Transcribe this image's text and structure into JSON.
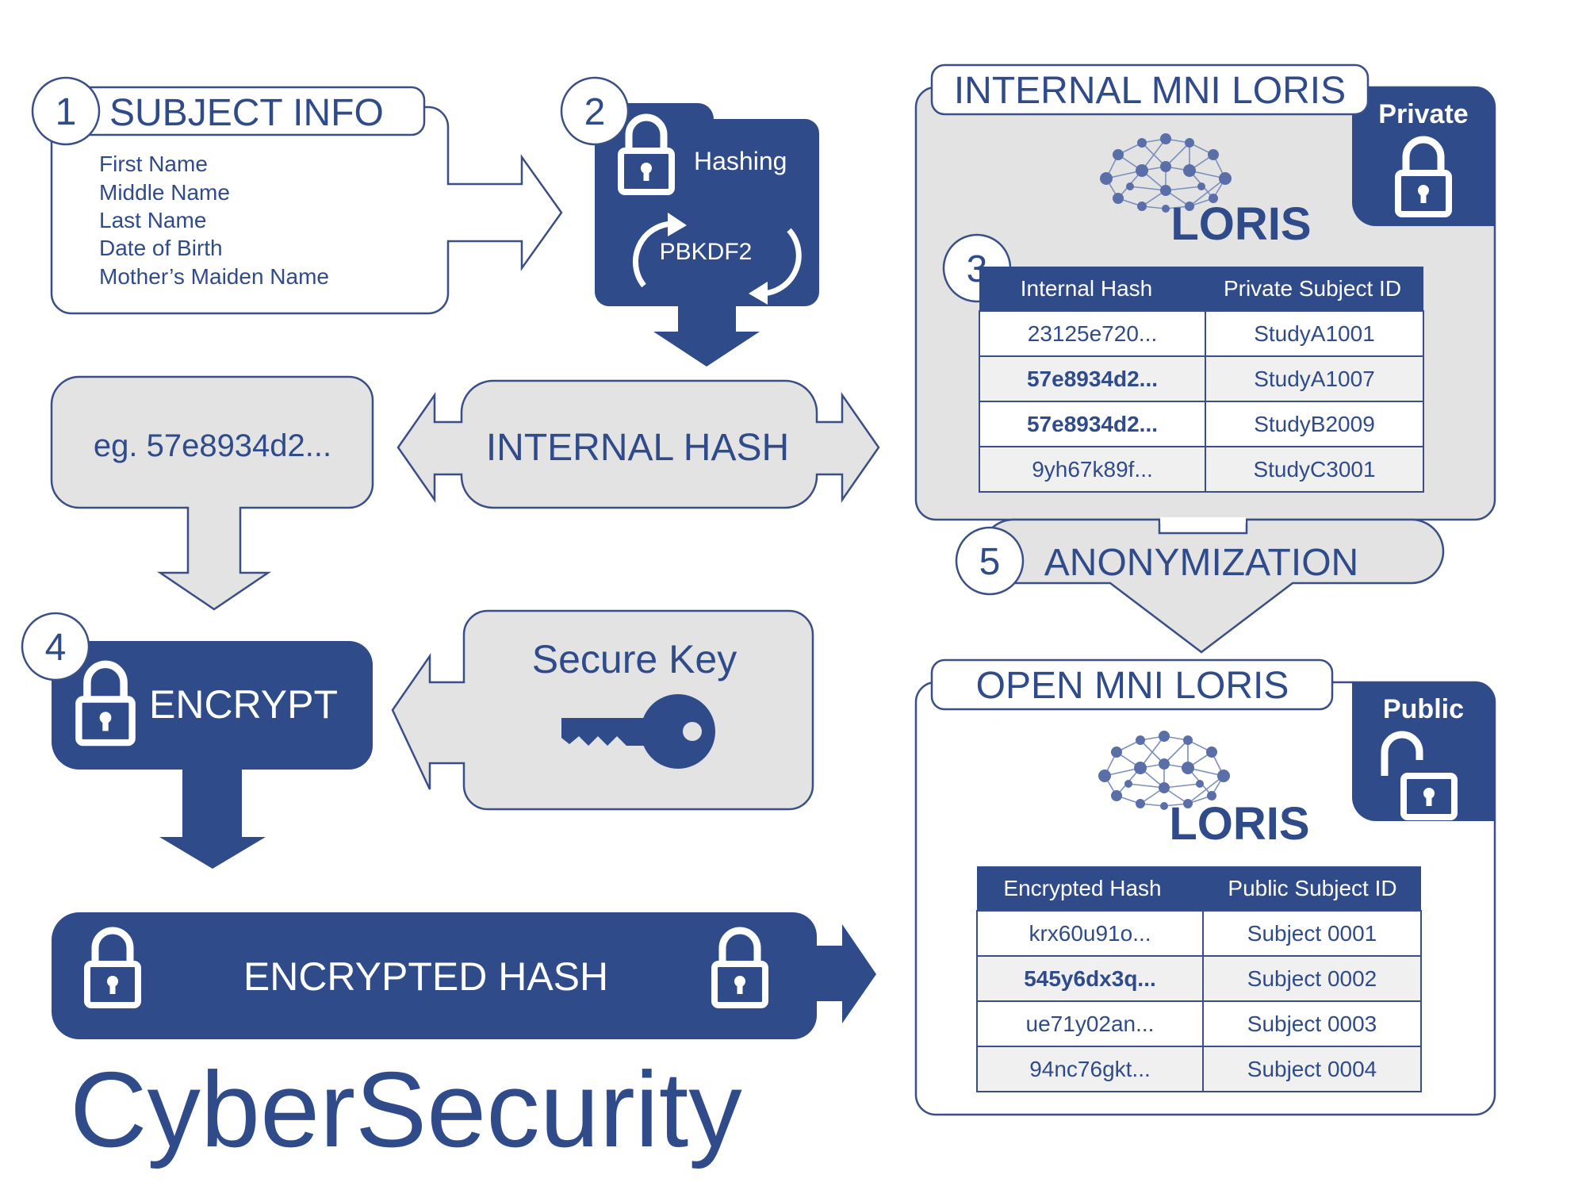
{
  "colors": {
    "navy": "#2f4b8a",
    "navy_dark": "#243d77",
    "gray_fill": "#e3e3e3",
    "row_alt": "#f0f0f0",
    "outline": "#3a4f86",
    "text": "#2f4b8a",
    "white": "#ffffff"
  },
  "step1": {
    "number": "1",
    "title": "SUBJECT INFO",
    "fields": [
      "First Name",
      "Middle Name",
      "Last Name",
      "Date of Birth",
      "Mother’s Maiden Name"
    ]
  },
  "step2": {
    "number": "2",
    "label": "Hashing",
    "algorithm": "PBKDF2",
    "icon": "lock-icon"
  },
  "example": {
    "text": "eg. 57e8934d2..."
  },
  "internal_hash": {
    "label": "INTERNAL HASH"
  },
  "step3": {
    "number": "3"
  },
  "internal_loris": {
    "title": "INTERNAL MNI LORIS",
    "badge": "Private",
    "logo_text": "LORIS",
    "table": {
      "headers": [
        "Internal Hash",
        "Private Subject ID"
      ],
      "rows": [
        {
          "hash": "23125e720...",
          "id": "StudyA1001",
          "bold": false
        },
        {
          "hash": "57e8934d2...",
          "id": "StudyA1007",
          "bold": true
        },
        {
          "hash": "57e8934d2...",
          "id": "StudyB2009",
          "bold": true
        },
        {
          "hash": "9yh67k89f...",
          "id": "StudyC3001",
          "bold": false
        }
      ]
    }
  },
  "step4": {
    "number": "4",
    "label": "ENCRYPT"
  },
  "secure_key": {
    "label": "Secure Key",
    "icon": "key-icon"
  },
  "encrypted_hash": {
    "label": "ENCRYPTED HASH"
  },
  "step5": {
    "number": "5",
    "label": "ANONYMIZATION"
  },
  "open_loris": {
    "title": "OPEN MNI LORIS",
    "badge": "Public",
    "logo_text": "LORIS",
    "table": {
      "headers": [
        "Encrypted Hash",
        "Public Subject ID"
      ],
      "rows": [
        {
          "hash": "krx60u91o...",
          "id": "Subject 0001",
          "bold": false
        },
        {
          "hash": "545y6dx3q...",
          "id": "Subject 0002",
          "bold": true
        },
        {
          "hash": "ue71y02an...",
          "id": "Subject 0003",
          "bold": false
        },
        {
          "hash": "94nc76gkt...",
          "id": "Subject 0004",
          "bold": false
        }
      ]
    }
  },
  "footer": {
    "title": "CyberSecurity"
  }
}
